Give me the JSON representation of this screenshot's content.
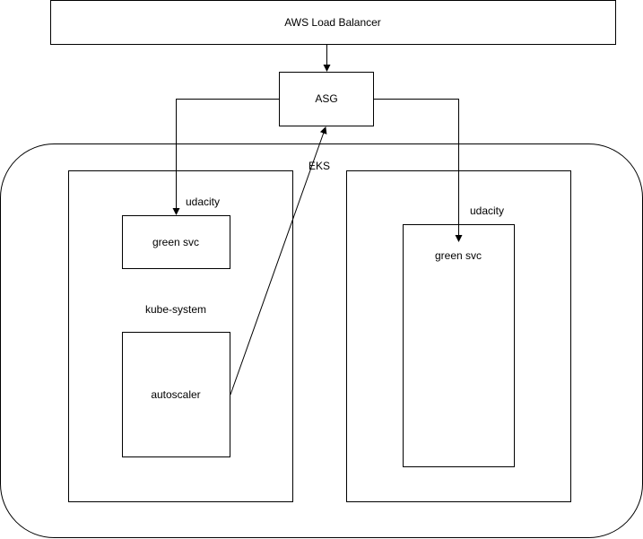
{
  "diagram": {
    "stroke_color": "#000000",
    "background": "#ffffff",
    "load_balancer": {
      "label": "AWS Load Balancer"
    },
    "asg": {
      "label": "ASG"
    },
    "eks": {
      "label": "EKS"
    },
    "left_node": {
      "namespace_label": "udacity",
      "service_label": "green svc",
      "system_namespace_label": "kube-system",
      "autoscaler_label": "autoscaler"
    },
    "right_node": {
      "namespace_label": "udacity",
      "service_label": "green svc"
    }
  }
}
